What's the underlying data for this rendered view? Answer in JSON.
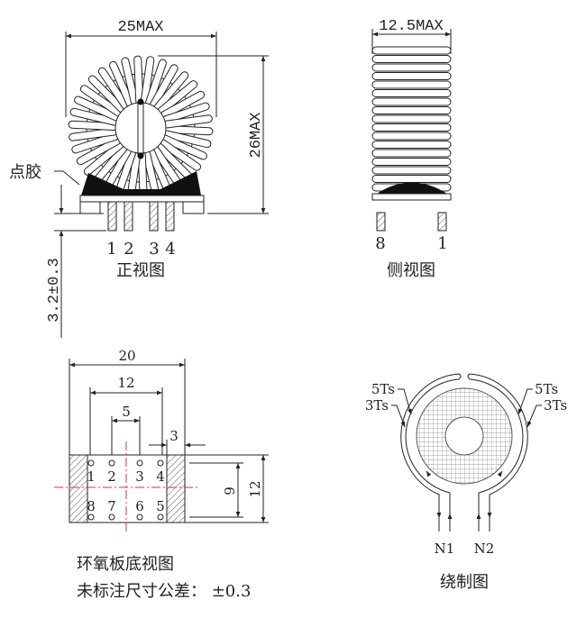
{
  "front_view": {
    "width_dim": "25MAX",
    "height_dim": "26MAX",
    "glue_label": "点胶",
    "pin_offset_dim": "3.2±0.3",
    "pins": [
      "1",
      "2",
      "3",
      "4"
    ],
    "title": "正视图"
  },
  "side_view": {
    "width_dim": "12.5MAX",
    "pins": [
      "8",
      "1"
    ],
    "title": "侧视图"
  },
  "bottom_view": {
    "dims": {
      "overall": "20",
      "outer_pitch": "12",
      "inner_pitch": "5",
      "edge": "3",
      "row_span": "9",
      "height": "12"
    },
    "top_pins": [
      "1",
      "2",
      "3",
      "4"
    ],
    "bottom_pins": [
      "8",
      "7",
      "6",
      "5"
    ],
    "title": "环氧板底视图",
    "tolerance_note": "未标注尺寸公差： ±0.3"
  },
  "winding_view": {
    "left_outer": "5Ts",
    "left_inner": "3Ts",
    "right_outer": "5Ts",
    "right_inner": "3Ts",
    "lead_1": "N1",
    "lead_2": "N2",
    "title": "绕制图"
  },
  "colors": {
    "line": "#222222",
    "centerline": "#e03030"
  }
}
